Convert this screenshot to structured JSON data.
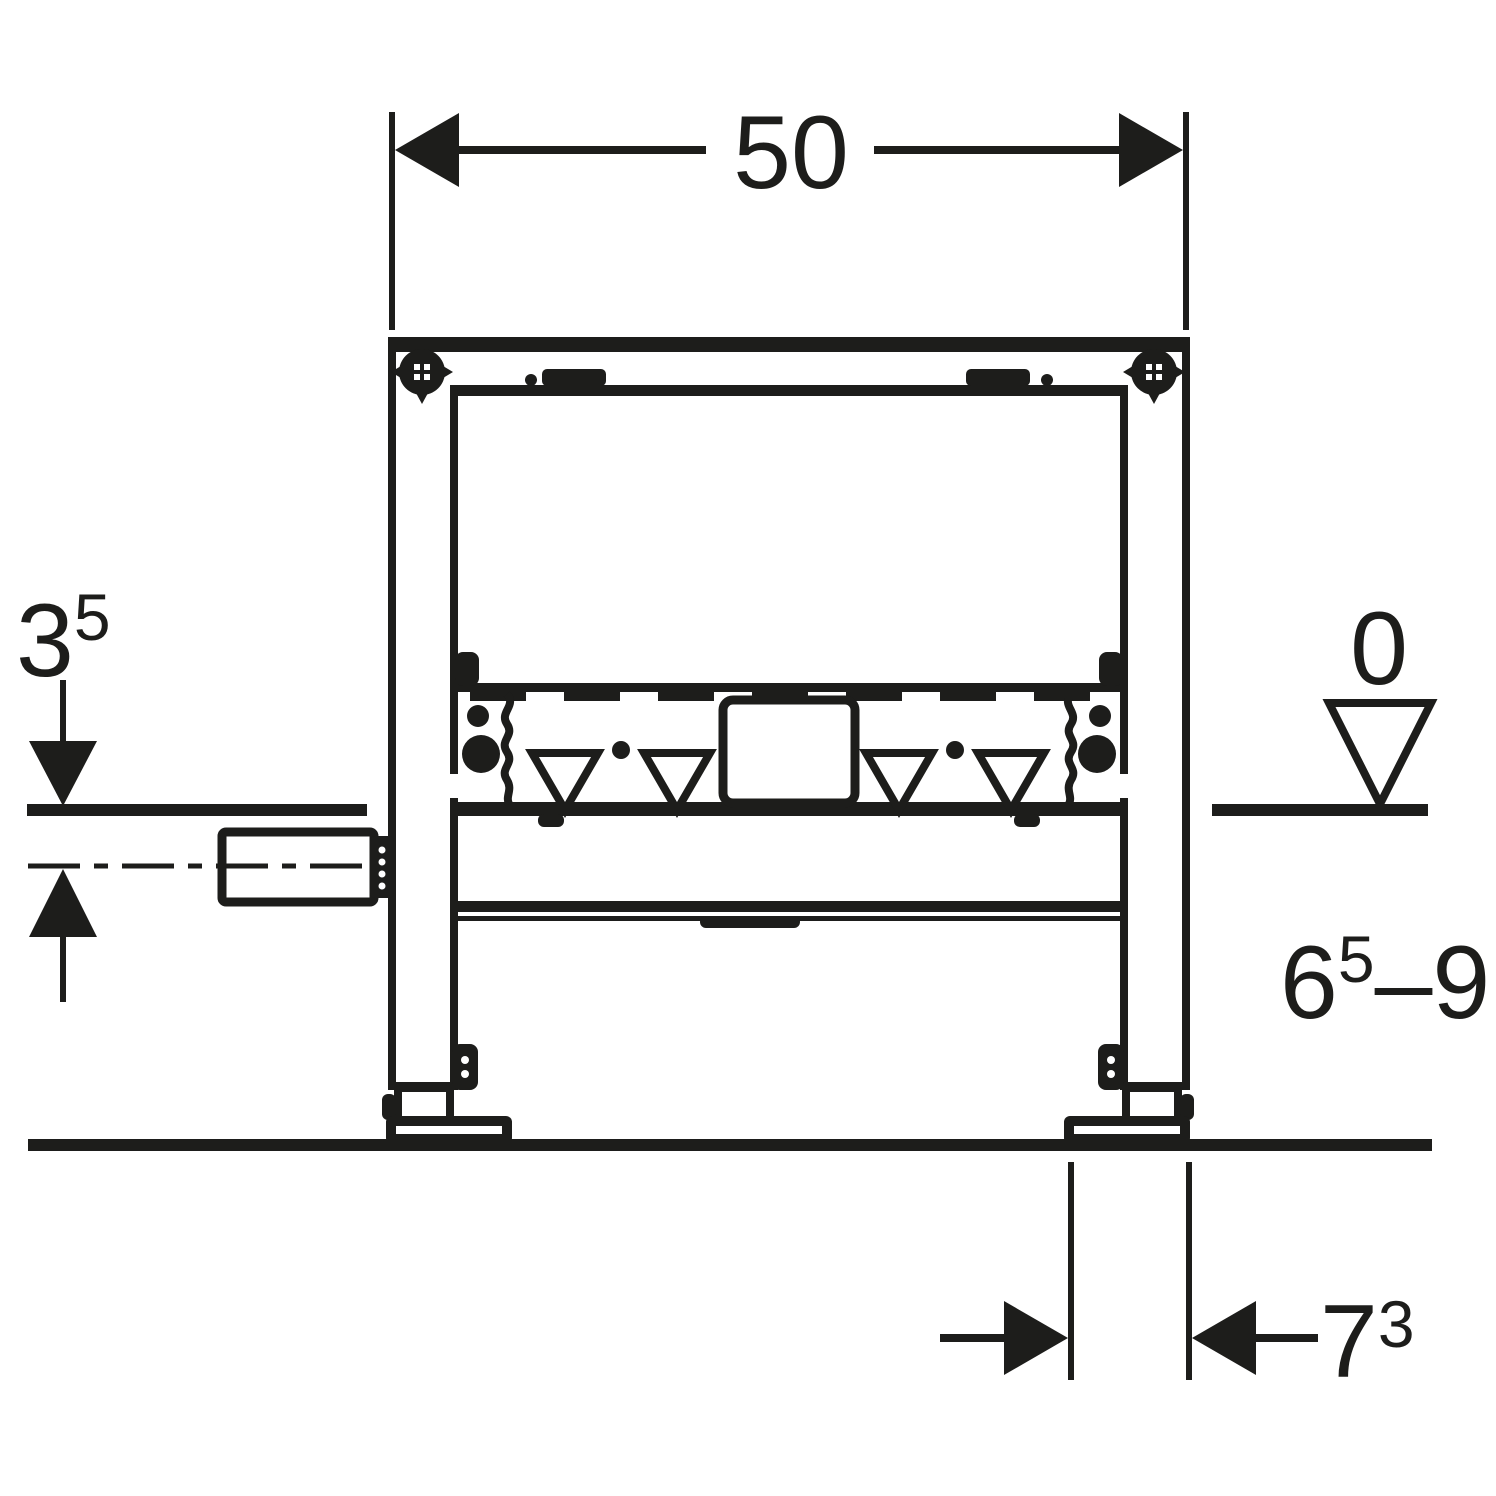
{
  "diagram": {
    "title": "mounting-frame-installation-dimensions",
    "background_color": "#ffffff",
    "line_color": "#1d1d1b",
    "dimensions": {
      "width_top": {
        "display": "50",
        "value": "50"
      },
      "offset_left": {
        "display": "3⁵",
        "main": "3",
        "sup": "5"
      },
      "level_zero": {
        "display": "0",
        "value": "0"
      },
      "height_range": {
        "display": "6⁵–9",
        "main": "6",
        "sup": "5",
        "rest": "–9"
      },
      "foot_depth": {
        "display": "7³",
        "main": "7",
        "sup": "3"
      }
    },
    "icons": [
      "corner-fitting-icon",
      "flow-triangle-icon",
      "level-marker-icon",
      "arrowhead-icon"
    ]
  }
}
